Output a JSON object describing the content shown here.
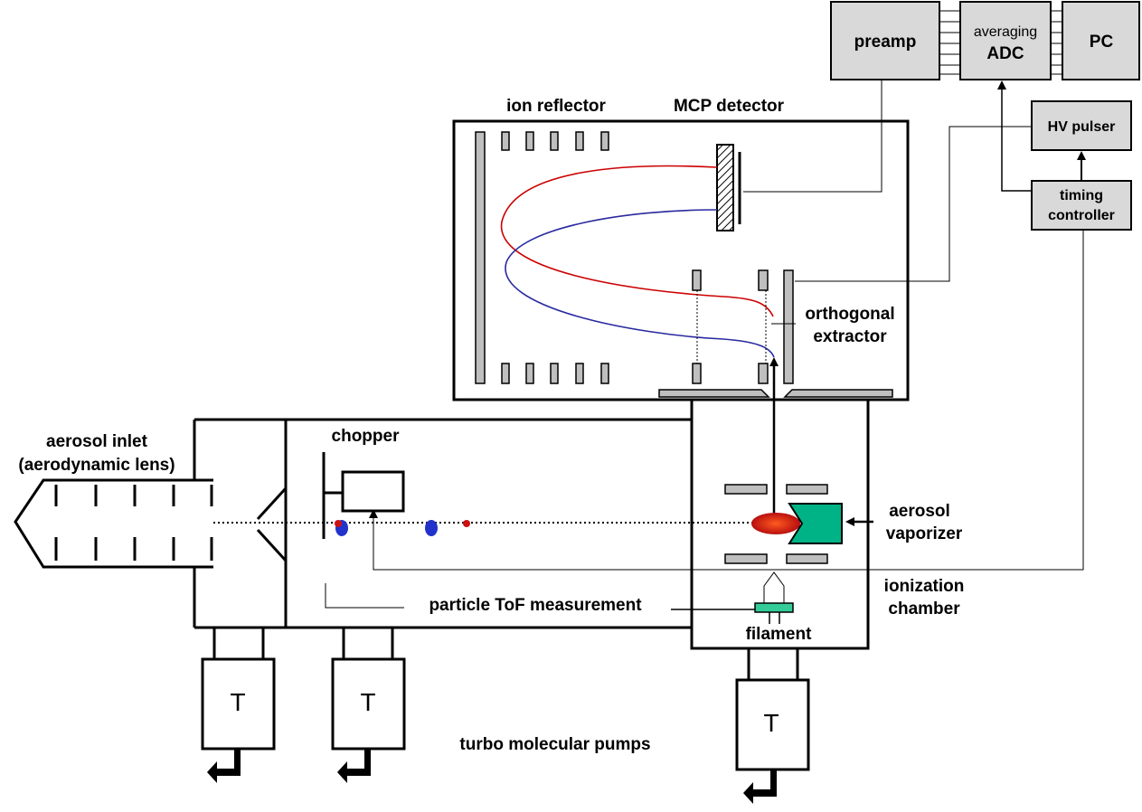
{
  "electronics": {
    "preamp": "preamp",
    "adc_top": "averaging",
    "adc_main": "ADC",
    "pc": "PC",
    "hv_pulser": "HV pulser",
    "timing_line1": "timing",
    "timing_line2": "controller"
  },
  "tof": {
    "ion_reflector": "ion reflector",
    "mcp_detector": "MCP detector",
    "orthogonal_line1": "orthogonal",
    "orthogonal_line2": "extractor"
  },
  "inlet": {
    "aerosol_inlet_line1": "aerosol inlet",
    "aerosol_inlet_line2": "(aerodynamic lens)",
    "chopper": "chopper",
    "particle_tof": "particle ToF measurement"
  },
  "chamber": {
    "vaporizer_line1": "aerosol",
    "vaporizer_line2": "vaporizer",
    "ionization_line1": "ionization",
    "ionization_line2": "chamber",
    "filament": "filament"
  },
  "pumps": {
    "pump_label": "T",
    "caption": "turbo molecular pumps"
  },
  "colors": {
    "box_fill": "#d9d9d9",
    "plate_fill": "#bfbfbf",
    "red_path": "#cc0000",
    "blue_path": "#2a2aa0",
    "vaporizer": "#00b386",
    "filament": "#33cc99",
    "particle_blue": "#2233cc",
    "particle_red": "#cc1111"
  }
}
